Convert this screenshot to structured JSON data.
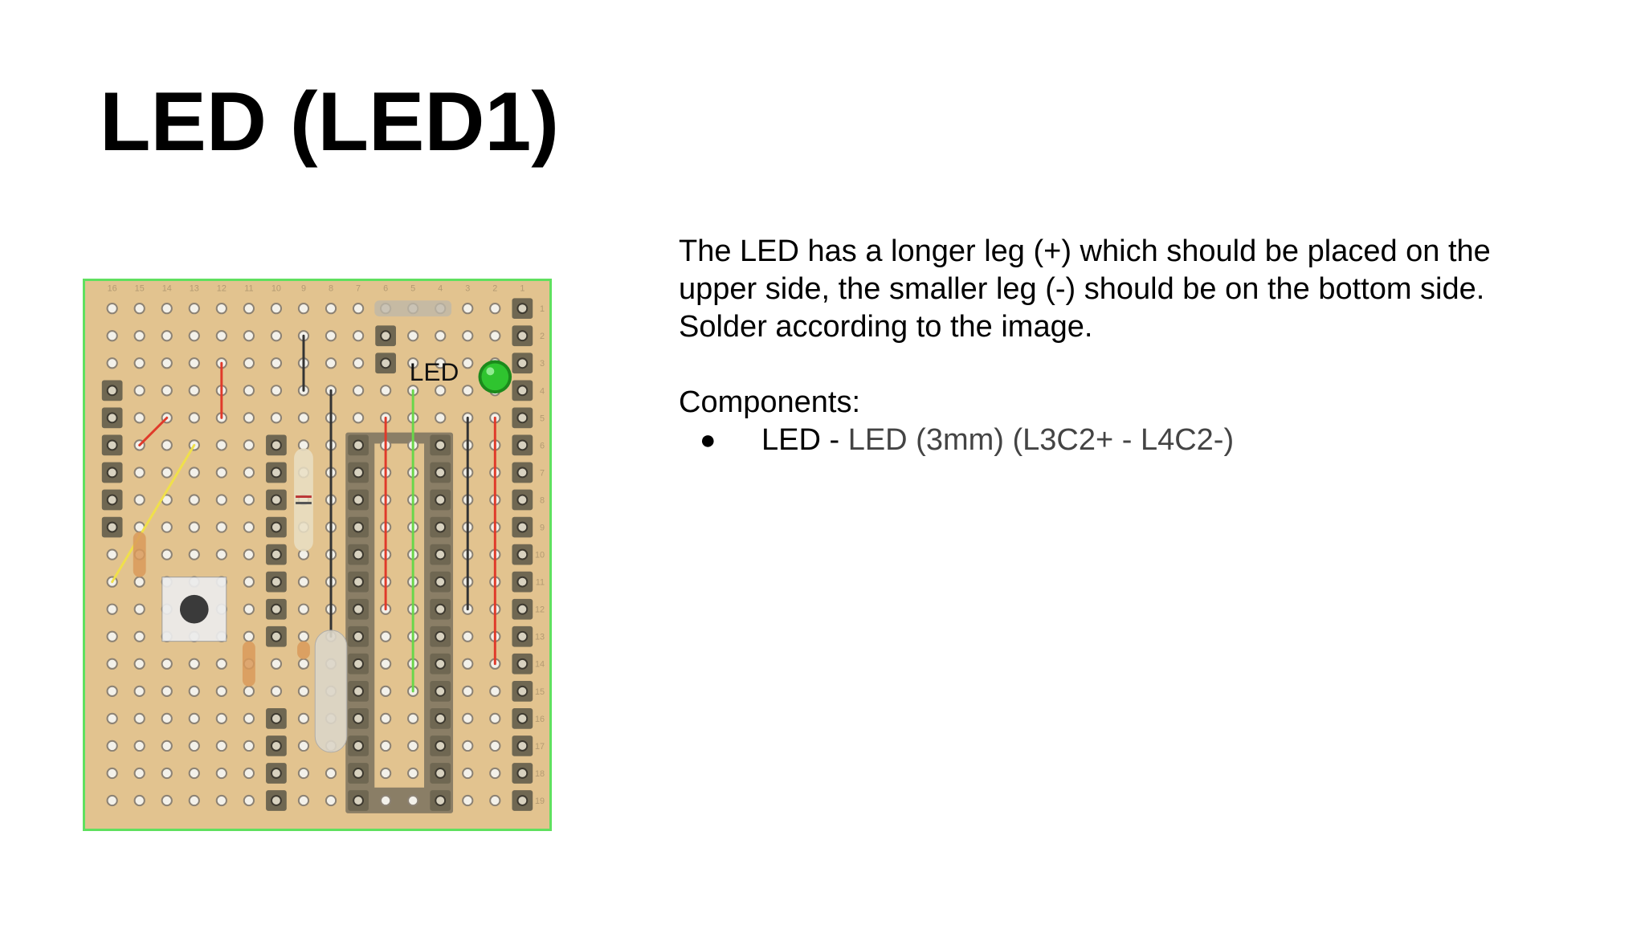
{
  "slide": {
    "title": "LED (LED1)",
    "description_lines": [
      "The LED has a longer leg (+) which should be placed on the",
      "upper side, the smaller leg (-) should be on the bottom side.",
      "Solder according to the image."
    ],
    "components_heading": "Components:",
    "components": [
      {
        "bullet": "●",
        "name": "LED - ",
        "detail": "LED (3mm) (L3C2+ - L4C2-)"
      }
    ]
  },
  "board": {
    "led_label": "LED",
    "column_numbers": [
      "16",
      "15",
      "14",
      "13",
      "12",
      "11",
      "10",
      "9",
      "8",
      "7",
      "6",
      "5",
      "4",
      "3",
      "2",
      "1"
    ],
    "row_numbers": [
      "1",
      "2",
      "3",
      "4",
      "5",
      "6",
      "7",
      "8",
      "9",
      "10",
      "11",
      "12",
      "13",
      "14",
      "15",
      "16",
      "17",
      "18",
      "19"
    ],
    "colors": {
      "board": "#e2c38f",
      "border": "#5fe05f",
      "led": "#2fc42f",
      "wire_red": "#e03a2a",
      "wire_black": "#333333",
      "wire_green": "#6ad64a",
      "wire_yellow": "#f0e04a"
    }
  }
}
